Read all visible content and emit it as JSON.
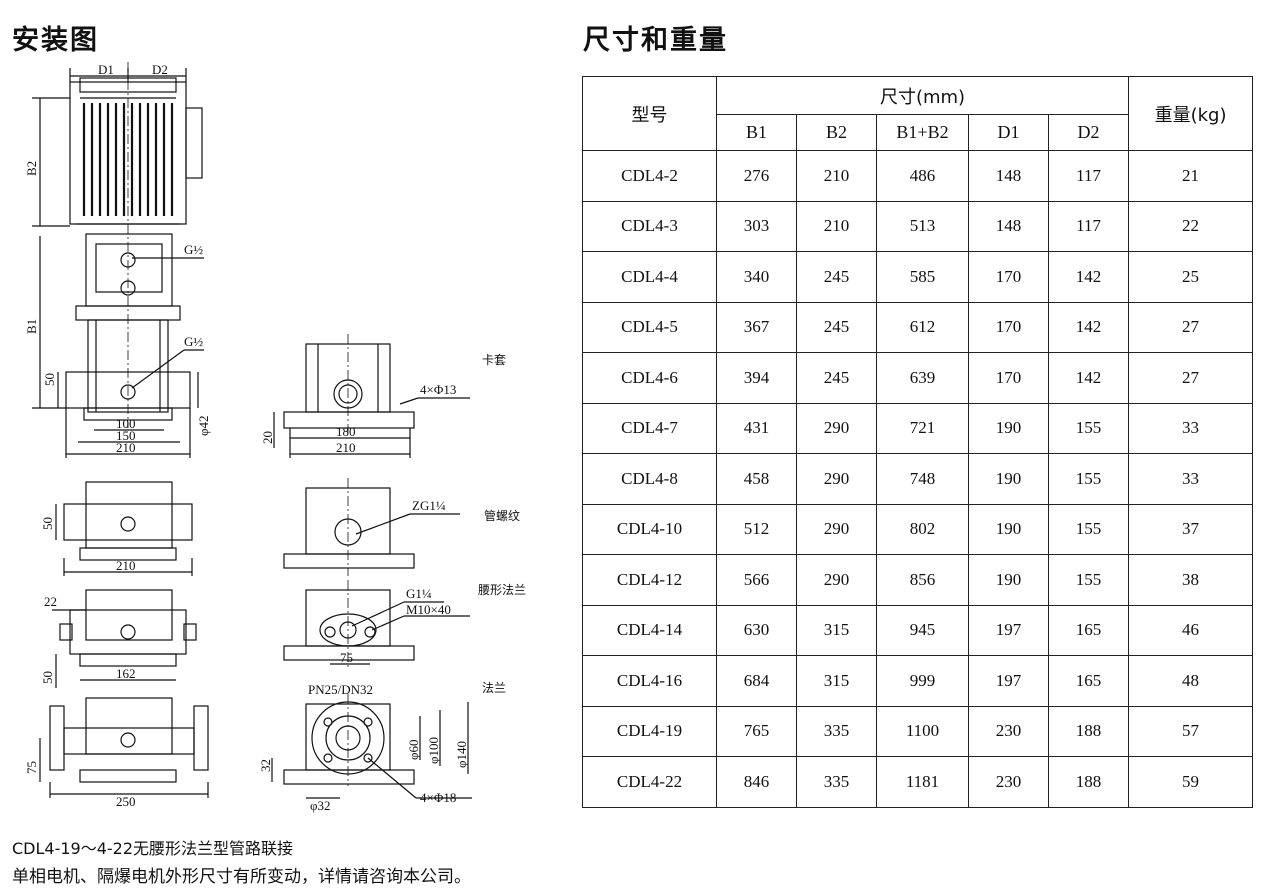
{
  "titles": {
    "install": "安装图",
    "dimensions": "尺寸和重量"
  },
  "drawing": {
    "dims": {
      "d1": "D1",
      "d2": "D2",
      "b1": "B1",
      "b2": "B2",
      "g_half_top": "G½",
      "g_half_mid": "G½",
      "v50": "50",
      "h100": "100",
      "h150": "150",
      "h210": "210",
      "phi42": "φ42",
      "bolt_4x13": "4×Φ13",
      "v20": "20",
      "h180": "180",
      "h210b": "210",
      "zg14": "ZG1¼",
      "v50b": "50",
      "h210c": "210",
      "g14": "G1¼",
      "m10x40": "M10×40",
      "v22": "22",
      "h75": "75",
      "v50c": "50",
      "h162": "162",
      "pn": "PN25/DN32",
      "phi60": "φ60",
      "phi100": "φ100",
      "phi140": "φ140",
      "v32": "32",
      "phi32": "φ32",
      "bolt_4x18": "4×Φ18",
      "v75": "75",
      "h250": "250"
    },
    "labels": {
      "clamp": "卡套",
      "pipe_thread": "管螺纹",
      "oval_flange": "腰形法兰",
      "flange": "法兰"
    }
  },
  "table": {
    "model_header": "型号",
    "size_header": "尺寸(mm)",
    "weight_header": "重量(kg)",
    "columns": [
      "B1",
      "B2",
      "B1+B2",
      "D1",
      "D2"
    ],
    "rows": [
      {
        "model": "CDL4-2",
        "b1": "276",
        "b2": "210",
        "b1b2": "486",
        "d1": "148",
        "d2": "117",
        "w": "21"
      },
      {
        "model": "CDL4-3",
        "b1": "303",
        "b2": "210",
        "b1b2": "513",
        "d1": "148",
        "d2": "117",
        "w": "22"
      },
      {
        "model": "CDL4-4",
        "b1": "340",
        "b2": "245",
        "b1b2": "585",
        "d1": "170",
        "d2": "142",
        "w": "25"
      },
      {
        "model": "CDL4-5",
        "b1": "367",
        "b2": "245",
        "b1b2": "612",
        "d1": "170",
        "d2": "142",
        "w": "27"
      },
      {
        "model": "CDL4-6",
        "b1": "394",
        "b2": "245",
        "b1b2": "639",
        "d1": "170",
        "d2": "142",
        "w": "27"
      },
      {
        "model": "CDL4-7",
        "b1": "431",
        "b2": "290",
        "b1b2": "721",
        "d1": "190",
        "d2": "155",
        "w": "33"
      },
      {
        "model": "CDL4-8",
        "b1": "458",
        "b2": "290",
        "b1b2": "748",
        "d1": "190",
        "d2": "155",
        "w": "33"
      },
      {
        "model": "CDL4-10",
        "b1": "512",
        "b2": "290",
        "b1b2": "802",
        "d1": "190",
        "d2": "155",
        "w": "37"
      },
      {
        "model": "CDL4-12",
        "b1": "566",
        "b2": "290",
        "b1b2": "856",
        "d1": "190",
        "d2": "155",
        "w": "38"
      },
      {
        "model": "CDL4-14",
        "b1": "630",
        "b2": "315",
        "b1b2": "945",
        "d1": "197",
        "d2": "165",
        "w": "46"
      },
      {
        "model": "CDL4-16",
        "b1": "684",
        "b2": "315",
        "b1b2": "999",
        "d1": "197",
        "d2": "165",
        "w": "48"
      },
      {
        "model": "CDL4-19",
        "b1": "765",
        "b2": "335",
        "b1b2": "1100",
        "d1": "230",
        "d2": "188",
        "w": "57"
      },
      {
        "model": "CDL4-22",
        "b1": "846",
        "b2": "335",
        "b1b2": "1181",
        "d1": "230",
        "d2": "188",
        "w": "59"
      }
    ]
  },
  "notes": {
    "line1": "CDL4-19～4-22无腰形法兰型管路联接",
    "line2": "单相电机、隔爆电机外形尺寸有所变动，详情请咨询本公司。"
  }
}
